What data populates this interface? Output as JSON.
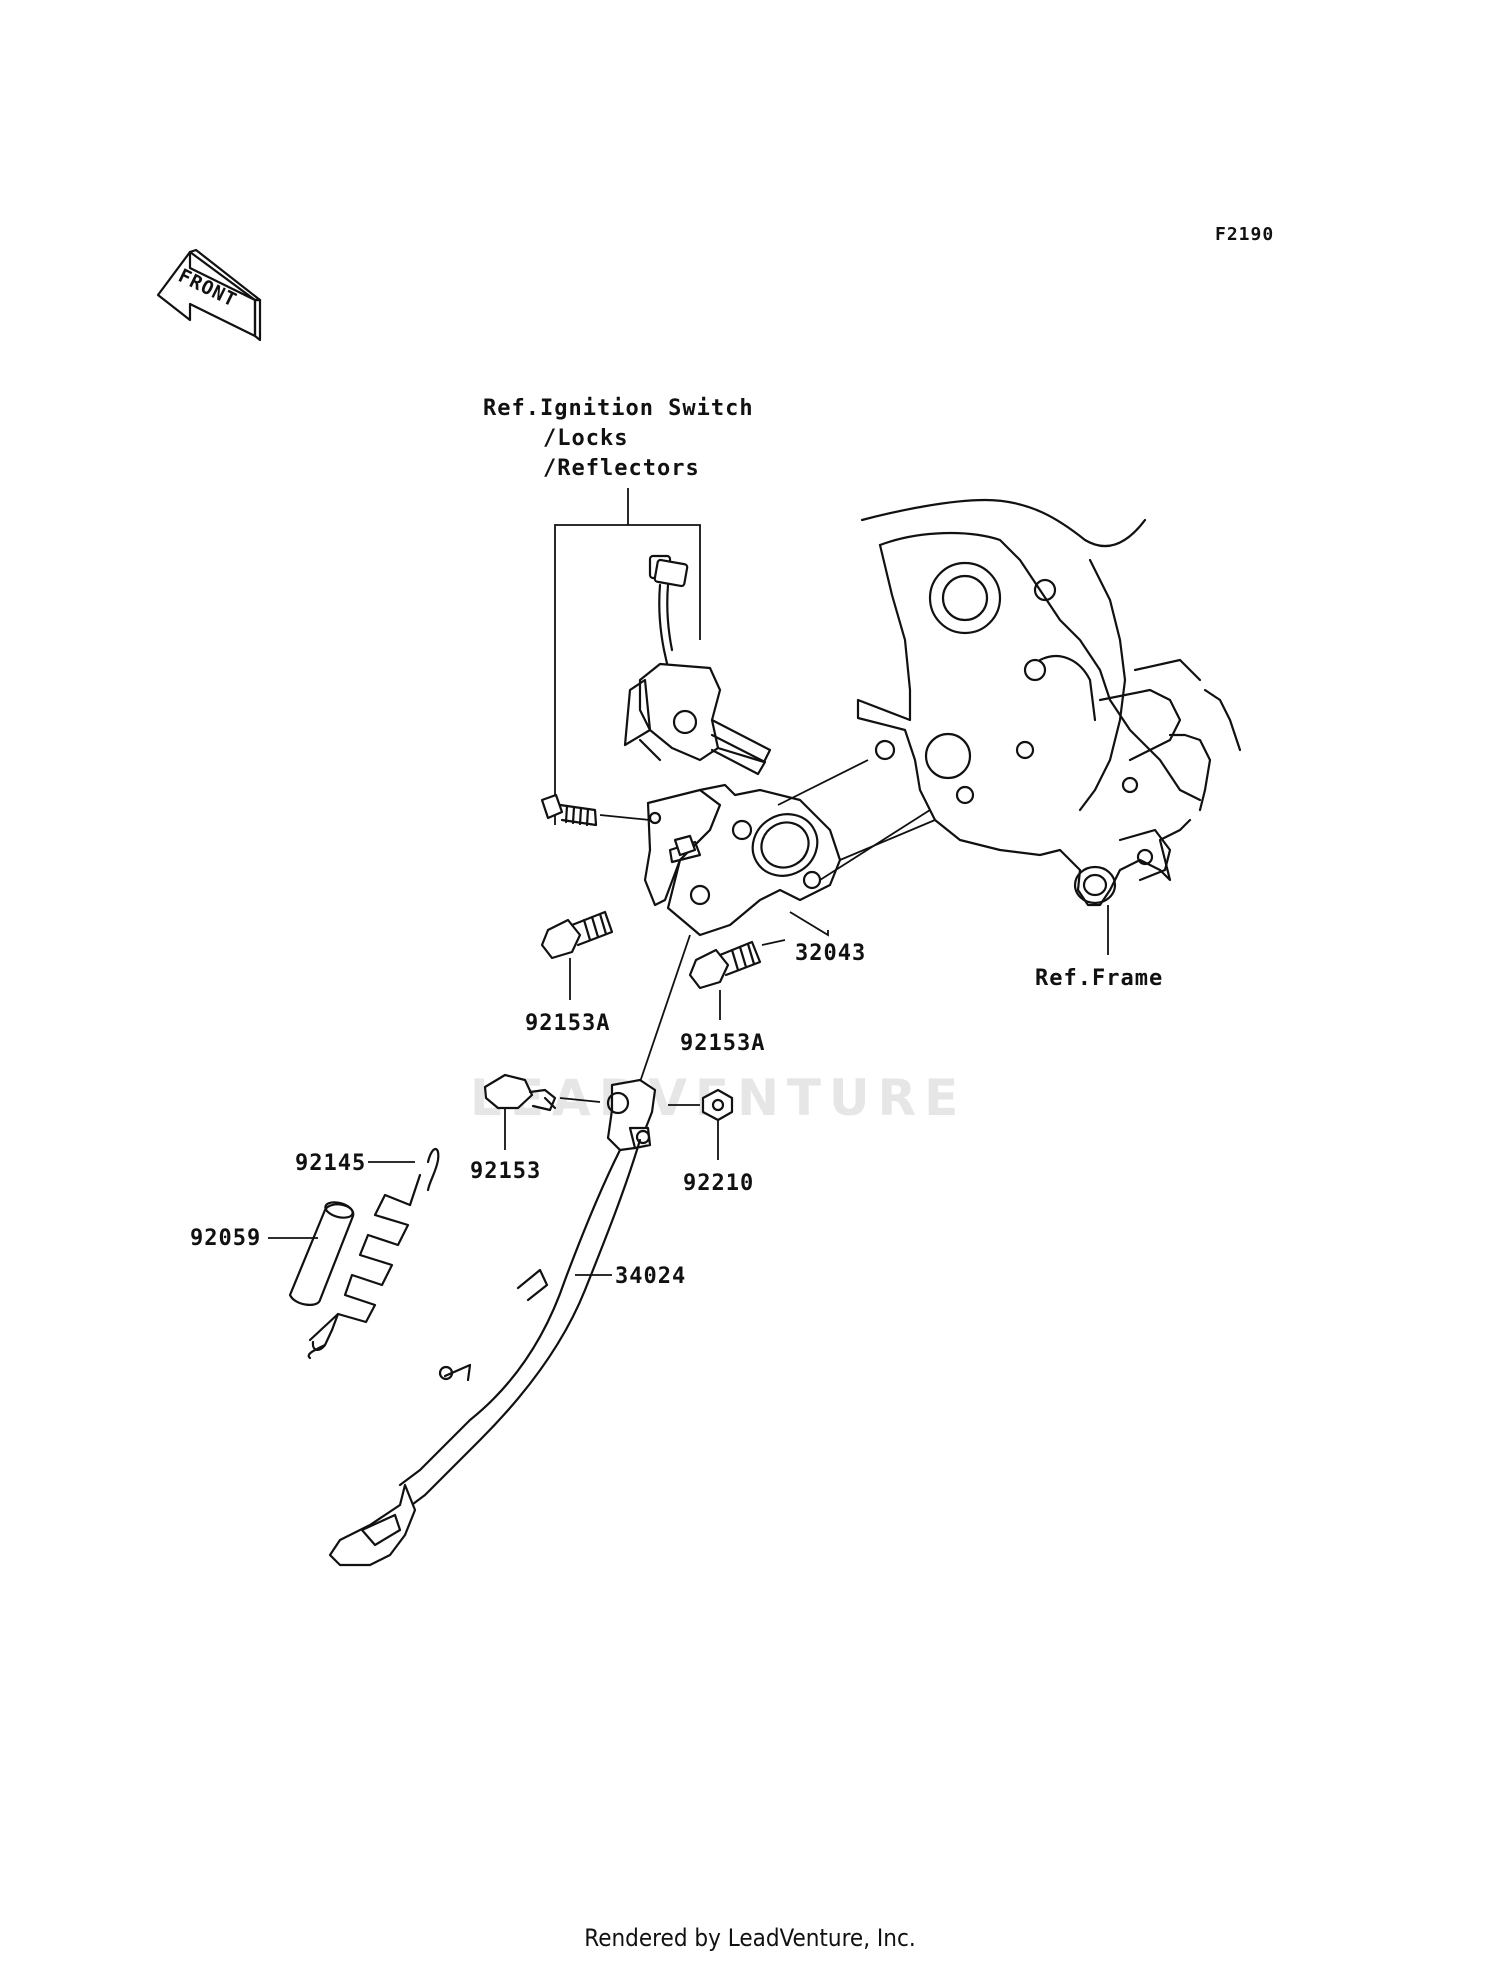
{
  "diagram_code": "F2190",
  "front_label": "FRONT",
  "watermark": "LEADVENTURE",
  "reference_labels": {
    "ignition_line1": "Ref.Ignition Switch",
    "ignition_line2": "/Locks",
    "ignition_line3": "/Reflectors",
    "frame": "Ref.Frame"
  },
  "parts": [
    {
      "id": "32043",
      "label": "32043"
    },
    {
      "id": "92153A_left",
      "label": "92153A"
    },
    {
      "id": "92153A_right",
      "label": "92153A"
    },
    {
      "id": "92153",
      "label": "92153"
    },
    {
      "id": "92210",
      "label": "92210"
    },
    {
      "id": "92145",
      "label": "92145"
    },
    {
      "id": "92059",
      "label": "92059"
    },
    {
      "id": "34024",
      "label": "34024"
    }
  ],
  "footer": "Rendered by LeadVenture, Inc."
}
